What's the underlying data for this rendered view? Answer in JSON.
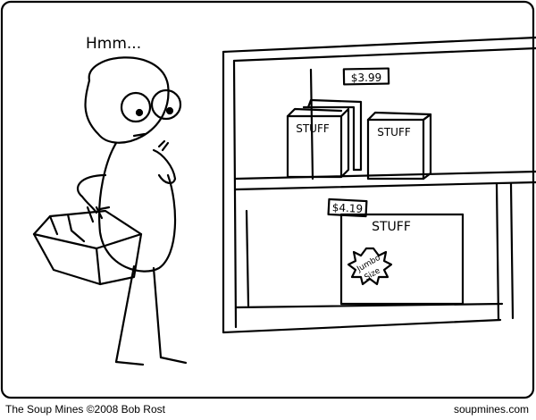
{
  "comic": {
    "dialogue": "Hmm...",
    "labels": {
      "price_top": "$3.99",
      "price_bottom": "$4.19",
      "box_left": "STUFF",
      "box_right": "STUFF",
      "box_big": "STUFF",
      "badge_line1": "Jumbo",
      "badge_line2": "Size"
    }
  },
  "footer": {
    "credit": "The Soup Mines ©2008 Bob Rost",
    "site": "soupmines.com"
  }
}
